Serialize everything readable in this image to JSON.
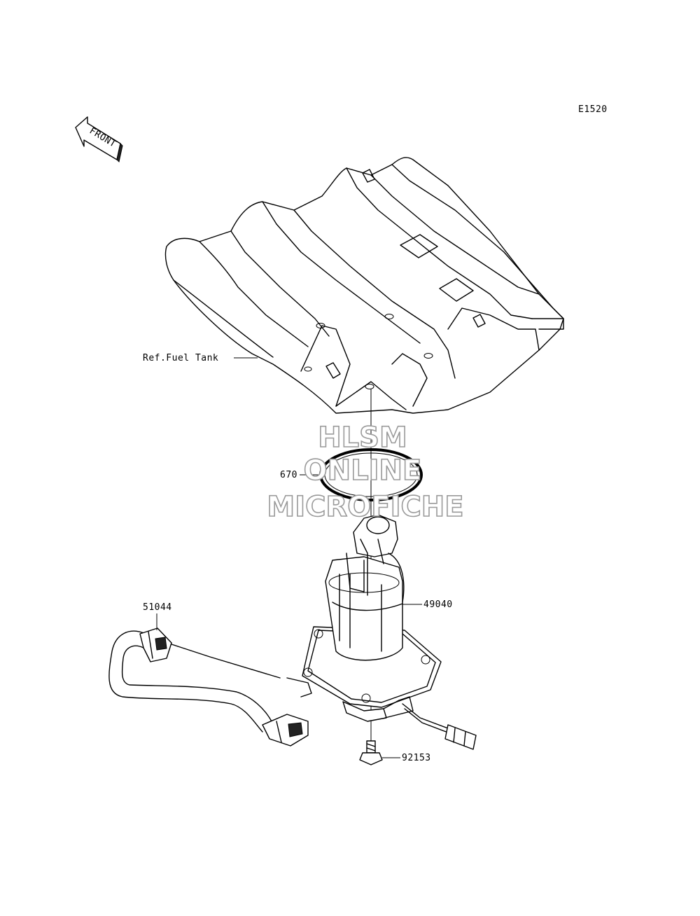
{
  "diagram": {
    "diagram_code": "E1520",
    "front_indicator": "FRONT",
    "ref_label": "Ref.Fuel Tank",
    "parts": {
      "oring": "670",
      "fuel_pump": "49040",
      "hose": "51044",
      "bolt": "92153"
    }
  },
  "watermark": {
    "line1": "HLSM",
    "line2": "ONLINE",
    "line3": "MICROFICHE",
    "color": "#9a9a9a"
  }
}
